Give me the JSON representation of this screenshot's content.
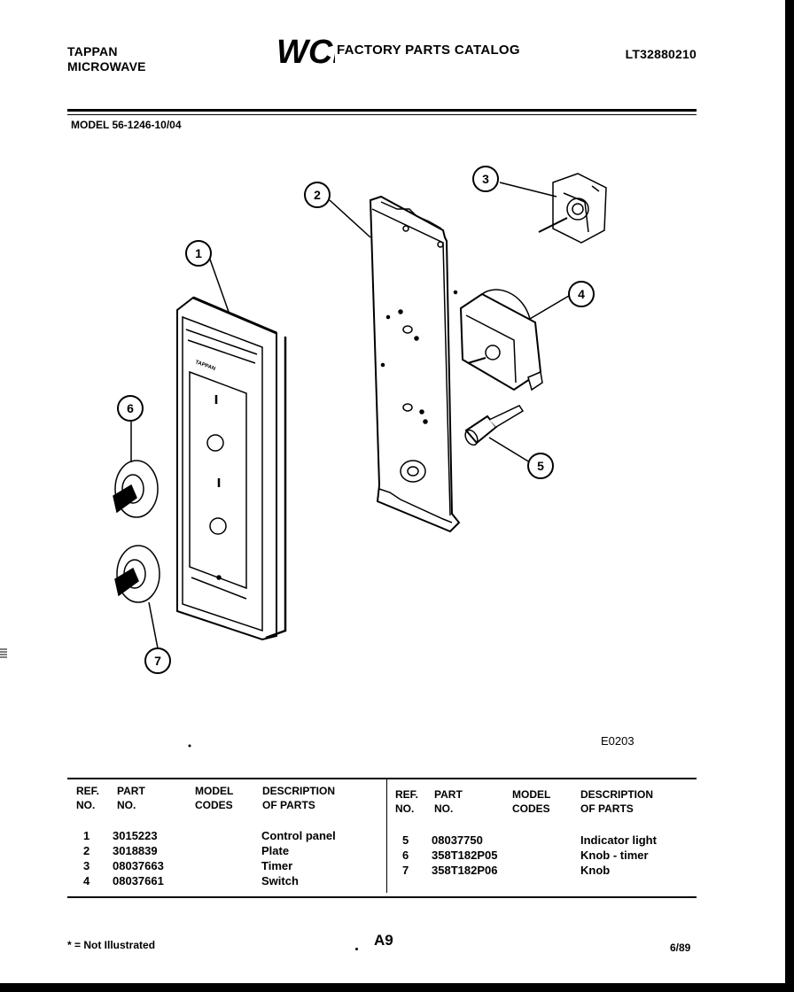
{
  "header": {
    "brand_line1": "TAPPAN",
    "brand_line2": "MICROWAVE",
    "logo": "WCI",
    "catalog_title": "FACTORY PARTS CATALOG",
    "catalog_id": "LT32880210"
  },
  "model": "MODEL 56-1246-10/04",
  "figure_code": "E0203",
  "callouts": [
    "1",
    "2",
    "3",
    "4",
    "5",
    "6",
    "7"
  ],
  "panel_label": "TAPPAN",
  "table": {
    "headers": {
      "ref_no": [
        "REF.",
        "NO."
      ],
      "part_no": [
        "PART",
        "NO."
      ],
      "model_codes": [
        "MODEL",
        "CODES"
      ],
      "description": [
        "DESCRIPTION",
        "OF PARTS"
      ]
    },
    "left_rows": [
      {
        "ref": "1",
        "part": "3015223",
        "desc": "Control panel"
      },
      {
        "ref": "2",
        "part": "3018839",
        "desc": "Plate"
      },
      {
        "ref": "3",
        "part": "08037663",
        "desc": "Timer"
      },
      {
        "ref": "4",
        "part": "08037661",
        "desc": "Switch"
      }
    ],
    "right_rows": [
      {
        "ref": "5",
        "part": "08037750",
        "desc": "Indicator light"
      },
      {
        "ref": "6",
        "part": "358T182P05",
        "desc": "Knob - timer"
      },
      {
        "ref": "7",
        "part": "358T182P06",
        "desc": "Knob"
      }
    ]
  },
  "footer": {
    "note": "* = Not Illustrated",
    "page": "A9",
    "date": "6/89"
  }
}
